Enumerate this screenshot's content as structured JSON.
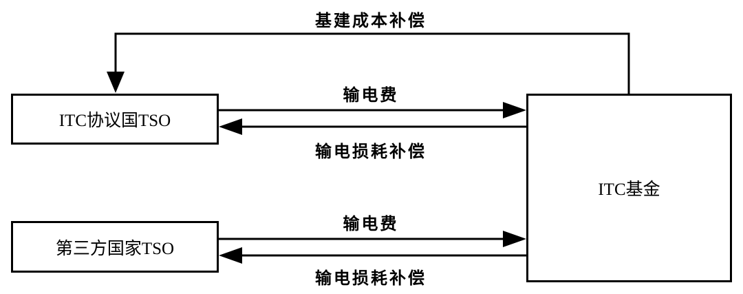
{
  "nodes": {
    "itc_tso": "ITC协议国TSO",
    "third_tso": "第三方国家TSO",
    "itc_fund": "ITC基金"
  },
  "edges": {
    "construction_compensation": "基建成本补偿",
    "upper_fee": "输电费",
    "upper_loss_compensation": "输电损耗补偿",
    "lower_fee": "输电费",
    "lower_loss_compensation": "输电损耗补偿"
  },
  "colors": {
    "stroke": "#000000",
    "background": "#ffffff"
  }
}
